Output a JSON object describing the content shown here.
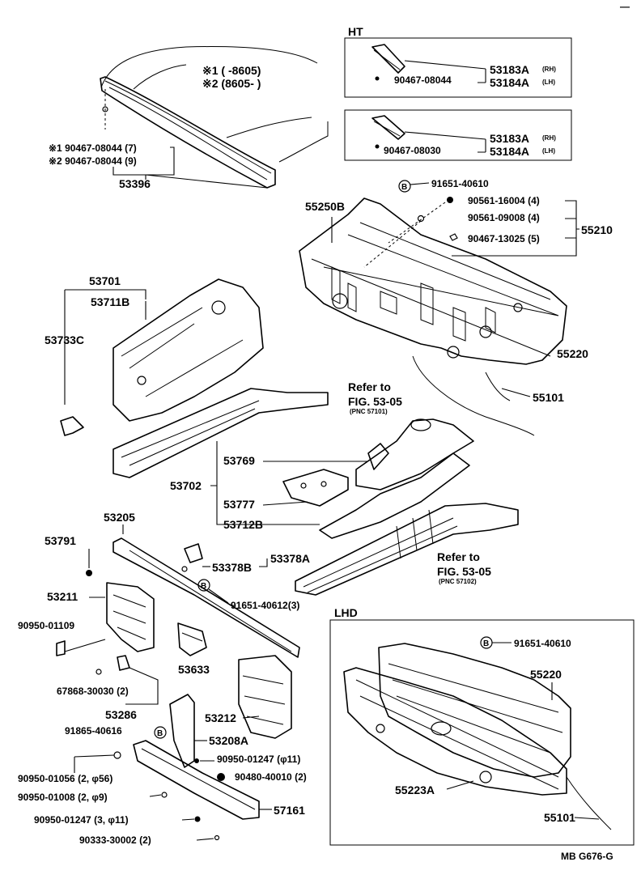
{
  "corner_mark": "—",
  "footer_code": "MB G676-G",
  "legend": {
    "note1": "※1 (          -8605)",
    "note2": "※2 (8605-          )"
  },
  "ht": {
    "title": "HT",
    "box1": {
      "bolt": "90467-08044",
      "part_a": "53183A",
      "part_a_side": "(RH)",
      "part_b": "53184A",
      "part_b_side": "(LH)"
    },
    "box2": {
      "bolt": "90467-08030",
      "part_a": "53183A",
      "part_a_side": "(RH)",
      "part_b": "53184A",
      "part_b_side": "(LH)"
    }
  },
  "cowl_top": {
    "clip1": "※1 90467-08044 (7)",
    "clip2": "※2 90467-08044 (9)",
    "part": "53396"
  },
  "dash_upper": {
    "marker": "B",
    "f1": "91651-40610",
    "f2": "90561-16004 (4)",
    "f3": "90561-09008 (4)",
    "f4": "90467-13025 (5)",
    "assy": "55210",
    "p1": "55250B",
    "p2": "55220",
    "p3": "55101"
  },
  "apron_rh": {
    "p1": "53701",
    "p2": "53711B",
    "p3": "53733C",
    "refer": "Refer to",
    "fig": "FIG. 53-05",
    "pnc": "(PNC 57101)"
  },
  "apron_lh": {
    "p1": "53769",
    "assy": "53702",
    "p2": "53777",
    "p3": "53712B",
    "refer": "Refer to",
    "fig": "FIG. 53-05",
    "pnc": "(PNC 57102)"
  },
  "radiator": {
    "p1": "53205",
    "p2": "53791",
    "p3": "53378B",
    "p4": "53378A",
    "marker": "B",
    "f1": "91651-40612(3)",
    "p5": "53211",
    "f2": "90950-01109",
    "p6": "53633",
    "f3": "67868-30030 (2)",
    "p7": "53286",
    "p8": "53212",
    "f4": "91865-40616",
    "marker2": "B",
    "p9": "53208A",
    "f5": "90950-01247 (φ11)",
    "f6": "90950-01056 (2, φ56)",
    "f7": "90480-40010 (2)",
    "f8": "90950-01008 (2, φ9)",
    "f9": "90950-01247 (3, φ11)",
    "p10": "57161",
    "f10": "90333-30002 (2)"
  },
  "lhd": {
    "title": "LHD",
    "marker": "B",
    "f1": "91651-40610",
    "p1": "55220",
    "p2": "55223A",
    "p3": "55101"
  }
}
